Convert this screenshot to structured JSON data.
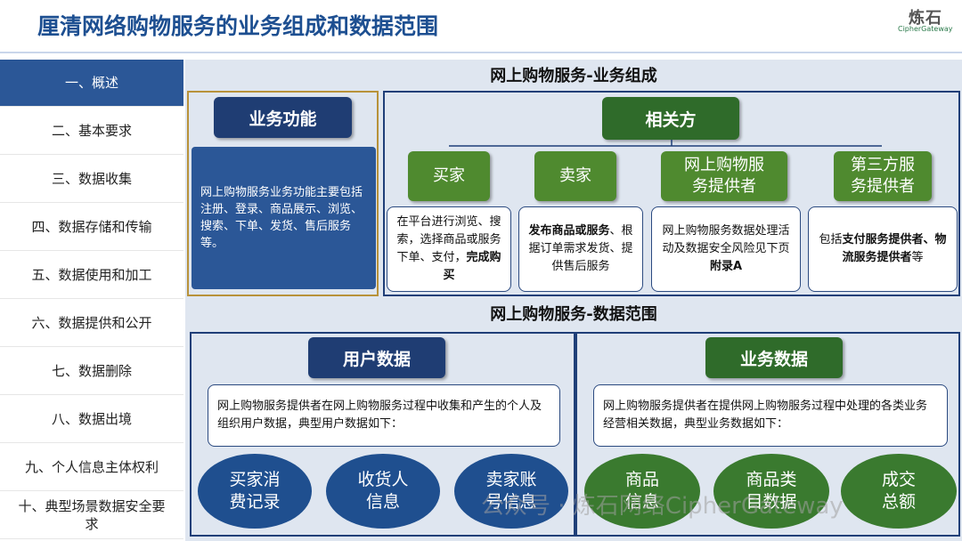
{
  "header": {
    "title": "厘清网络购物服务的业务组成和数据范围",
    "logo_cn": "炼石",
    "logo_en": "CipherGateway"
  },
  "sidebar": {
    "items": [
      {
        "label": "一、概述",
        "active": true
      },
      {
        "label": "二、基本要求"
      },
      {
        "label": "三、数据收集"
      },
      {
        "label": "四、数据存储和传输"
      },
      {
        "label": "五、数据使用和加工"
      },
      {
        "label": "六、数据提供和公开"
      },
      {
        "label": "七、数据删除"
      },
      {
        "label": "八、数据出境"
      },
      {
        "label": "九、个人信息主体权利"
      },
      {
        "label": "十、典型场景数据安全要求"
      }
    ]
  },
  "composition": {
    "title": "网上购物服务-业务组成",
    "function": {
      "header": "业务功能",
      "text": "网上购物服务业务功能主要包括注册、登录、商品展示、浏览、搜索、下单、发货、售后服务等。"
    },
    "parties": {
      "header": "相关方",
      "items": [
        {
          "name_l1": "买家",
          "name_l2": "",
          "desc_plain": "在平台进行浏览、搜索，选择商品或服务下单、支付，",
          "desc_bold": "完成购买",
          "desc_tail": ""
        },
        {
          "name_l1": "卖家",
          "name_l2": "",
          "desc_plain": "",
          "desc_bold": "发布商品或服务",
          "desc_tail": "、根据订单需求发货、提供售后服务"
        },
        {
          "name_l1": "网上购物服",
          "name_l2": "务提供者",
          "desc_plain": "网上购物服务数据处理活动及数据安全风险见下页",
          "desc_bold": "附录A",
          "desc_tail": ""
        },
        {
          "name_l1": "第三方服",
          "name_l2": "务提供者",
          "desc_plain": "包括",
          "desc_bold": "支付服务提供者、物流服务提供者",
          "desc_tail": "等"
        }
      ]
    }
  },
  "scope": {
    "title": "网上购物服务-数据范围",
    "user_data": {
      "header": "用户数据",
      "text": "网上购物服务提供者在网上购物服务过程中收集和产生的个人及组织用户数据，典型用户数据如下：",
      "items": [
        {
          "l1": "买家消",
          "l2": "费记录"
        },
        {
          "l1": "收货人",
          "l2": "信息"
        },
        {
          "l1": "卖家账",
          "l2": "号信息"
        }
      ]
    },
    "business_data": {
      "header": "业务数据",
      "text": "网上购物服务提供者在提供网上购物服务过程中处理的各类业务经营相关数据，典型业务数据如下：",
      "items": [
        {
          "l1": "商品",
          "l2": "信息"
        },
        {
          "l1": "商品类",
          "l2": "目数据"
        },
        {
          "l1": "成交",
          "l2": "总额"
        }
      ]
    }
  },
  "watermark": "公众号 · 炼石网络CipherGateway"
}
